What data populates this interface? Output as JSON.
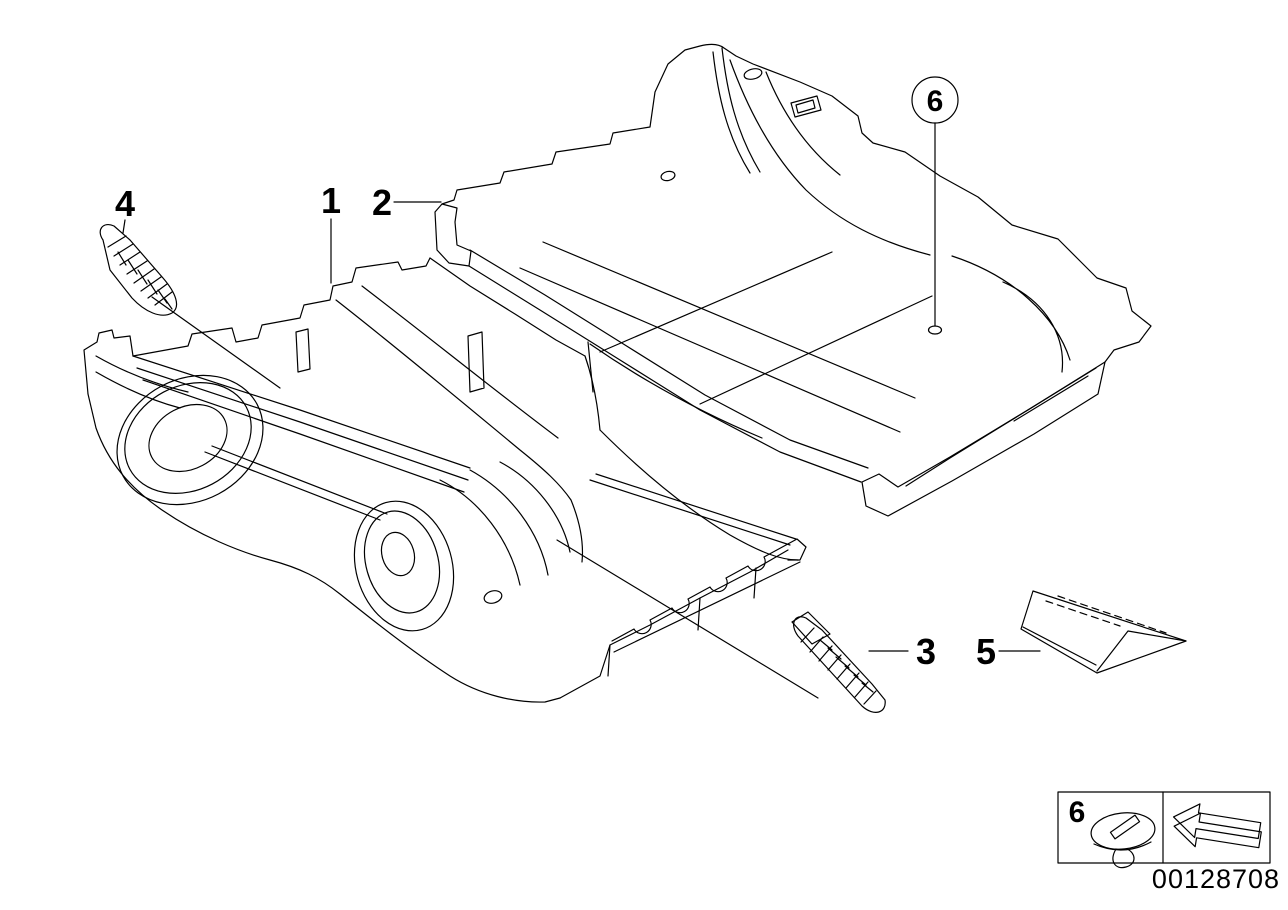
{
  "colors": {
    "line": "#000000",
    "background": "#ffffff"
  },
  "callouts": {
    "c1": {
      "label": "1"
    },
    "c2": {
      "label": "2"
    },
    "c3": {
      "label": "3"
    },
    "c4": {
      "label": "4"
    },
    "c5": {
      "label": "5"
    },
    "c6": {
      "label": "6"
    }
  },
  "legend": {
    "item_label": "6"
  },
  "icons": {
    "clip": "clip-fastener-icon",
    "arrow": "installation-direction-arrow-icon"
  },
  "footer": {
    "drawing_number": "00128708"
  }
}
